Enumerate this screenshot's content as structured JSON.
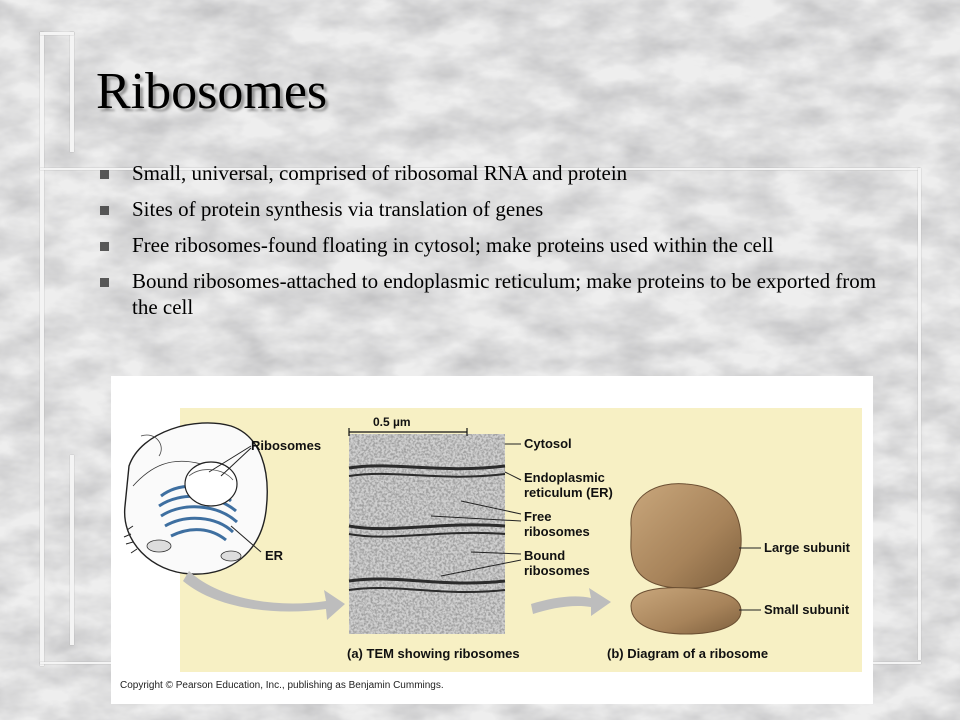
{
  "slide": {
    "title": "Ribosomes",
    "bullets": [
      "Small, universal, comprised of ribosomal RNA and protein",
      "Sites of protein synthesis via translation of genes",
      "Free ribosomes-found floating in cytosol; make proteins used within the cell",
      "Bound ribosomes-attached to endoplasmic reticulum; make proteins to be exported from the cell"
    ]
  },
  "figure": {
    "scale_label": "0.5 µm",
    "labels": {
      "ribosomes": "Ribosomes",
      "er": "ER",
      "cytosol": "Cytosol",
      "er_full_1": "Endoplasmic",
      "er_full_2": "reticulum (ER)",
      "free_1": "Free",
      "free_2": "ribosomes",
      "bound_1": "Bound",
      "bound_2": "ribosomes",
      "large_subunit": "Large subunit",
      "small_subunit": "Small subunit"
    },
    "caption_a": "(a) TEM showing ribosomes",
    "caption_b": "(b) Diagram of a ribosome",
    "copyright": "Copyright © Pearson Education, Inc., publishing as Benjamin Cummings.",
    "colors": {
      "panel_bg": "#f7f0c4",
      "ribosome": "#a7835a",
      "arrow": "#bdbdbd",
      "er_blue": "#3e6fa0"
    }
  }
}
